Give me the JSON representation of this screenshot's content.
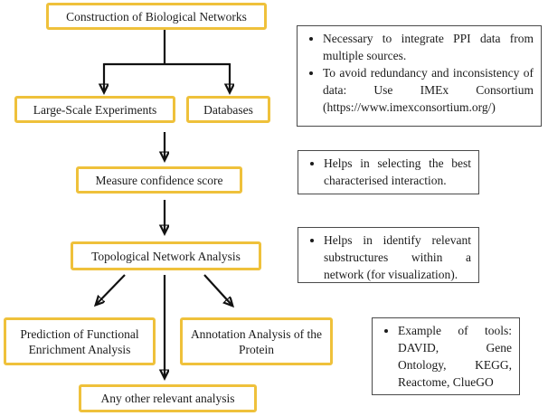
{
  "colors": {
    "accent": "#EFC13B",
    "line": "#111111",
    "note_border": "#4a4a4a"
  },
  "flowchart": {
    "nodes": {
      "construction": {
        "label": "Construction of Biological Networks"
      },
      "large_scale": {
        "label": "Large-Scale Experiments"
      },
      "databases": {
        "label": "Databases"
      },
      "confidence": {
        "label": "Measure confidence score"
      },
      "topological": {
        "label": "Topological Network Analysis"
      },
      "prediction": {
        "label": "Prediction of Functional Enrichment Analysis"
      },
      "annotation": {
        "label": "Annotation Analysis of the Protein"
      },
      "any_other": {
        "label": "Any other relevant analysis"
      }
    }
  },
  "notes": [
    {
      "bullets": [
        "Necessary to integrate PPI data from multiple sources.",
        "To avoid redundancy and inconsistency of data: Use IMEx Consortium (https://www.imexconsortium.org/)"
      ]
    },
    {
      "bullets": [
        "Helps in selecting the best characterised interaction."
      ]
    },
    {
      "bullets": [
        "Helps in identify relevant substructures within a network (for visualization)."
      ]
    },
    {
      "bullets": [
        "Example of tools: DAVID, Gene Ontology, KEGG, Reactome, ClueGO"
      ]
    }
  ]
}
